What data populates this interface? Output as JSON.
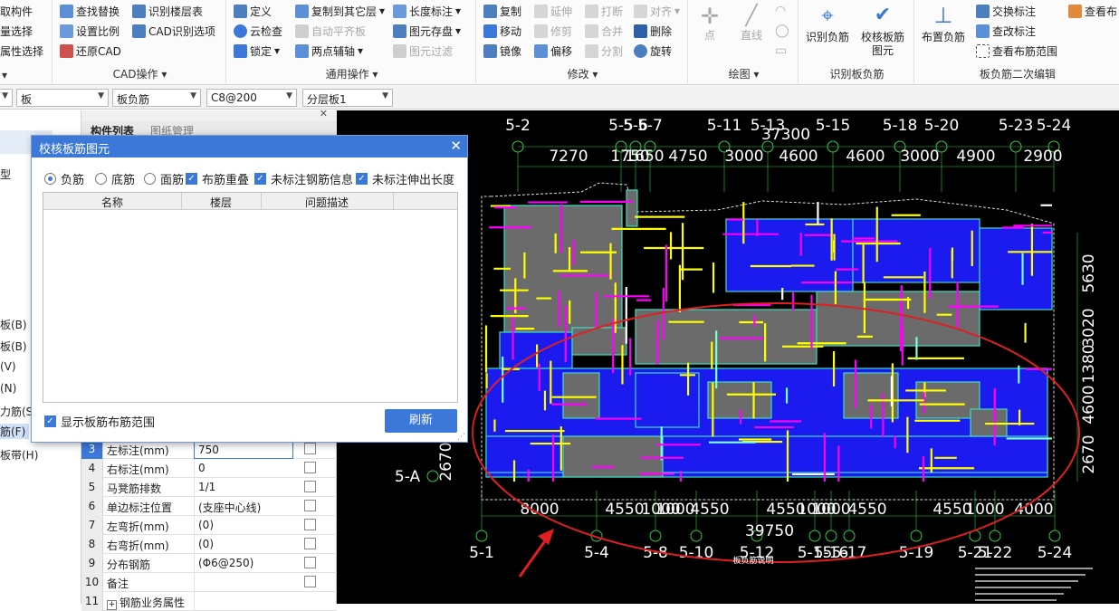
{
  "ribbon": {
    "g1": {
      "items": [
        "取构件",
        "量选择",
        "属性选择"
      ]
    },
    "g2": {
      "title": "CAD操作",
      "items": [
        "查找替换",
        "识别楼层表",
        "设置比例",
        "CAD识别选项",
        "还原CAD"
      ]
    },
    "g3": {
      "title": "通用操作",
      "items": [
        "定义",
        "复制到其它层",
        "长度标注",
        "云检查",
        "自动平齐板",
        "图元存盘",
        "锁定",
        "两点辅轴",
        "图元过滤"
      ]
    },
    "g4": {
      "title": "修改",
      "items": [
        "复制",
        "延伸",
        "打断",
        "对齐",
        "移动",
        "修剪",
        "合并",
        "删除",
        "镜像",
        "偏移",
        "分割",
        "旋转"
      ]
    },
    "g5": {
      "title": "绘图",
      "items": [
        "点",
        "直线"
      ]
    },
    "g6": {
      "title": "识别板负筋",
      "items": [
        "识别负筋",
        "校核板筋图元"
      ]
    },
    "g7": {
      "title": "板负筋二次编辑",
      "items": [
        "布置负筋",
        "交换标注",
        "查看布",
        "查改标注",
        "查看布筋范围"
      ]
    }
  },
  "selectors": [
    "",
    "板",
    "板负筋",
    "C8@200",
    "分层板1"
  ],
  "left_tree": [
    "型",
    "板(B)",
    "板(B)",
    "(V)",
    "(N)",
    "力筋(S",
    "筋(F)",
    "板带(H)"
  ],
  "panel_tabs": [
    "构件列表",
    "图纸管理"
  ],
  "props": [
    {
      "num": "3",
      "name": "左标注(mm)",
      "value": "750"
    },
    {
      "num": "4",
      "name": "右标注(mm)",
      "value": "0"
    },
    {
      "num": "5",
      "name": "马凳筋排数",
      "value": "1/1"
    },
    {
      "num": "6",
      "name": "单边标注位置",
      "value": "(支座中心线)"
    },
    {
      "num": "7",
      "name": "左弯折(mm)",
      "value": "(0)"
    },
    {
      "num": "8",
      "name": "右弯折(mm)",
      "value": "(0)"
    },
    {
      "num": "9",
      "name": "分布钢筋",
      "value": "(Φ6@250)"
    },
    {
      "num": "10",
      "name": "备注",
      "value": ""
    },
    {
      "num": "11",
      "name": "钢筋业务属性",
      "value": ""
    }
  ],
  "dialog": {
    "title": "校核板筋图元",
    "options": [
      "负筋",
      "底筋",
      "面筋",
      "布筋重叠",
      "未标注钢筋信息",
      "未标注伸出长度"
    ],
    "columns": [
      "名称",
      "楼层",
      "问题描述"
    ],
    "show_range": "显示板筋布筋范围",
    "refresh": "刷新"
  },
  "cad": {
    "top_axes": [
      "5-2",
      "5-5",
      "5-6",
      "5-7",
      "5-11",
      "5-13",
      "5-15",
      "5-18",
      "5-20",
      "5-23",
      "5-24"
    ],
    "bottom_axes": [
      "5-1",
      "5-4",
      "5-8",
      "5-10",
      "5-12",
      "5-15",
      "5-16",
      "5-17",
      "5-19",
      "5-21",
      "5-22",
      "5-24"
    ],
    "top_total": "37300",
    "top_dims": [
      "7270",
      "1750",
      "1650",
      "4750",
      "3000",
      "4600",
      "4600",
      "3000",
      "4900",
      "2900"
    ],
    "bottom_total": "39750",
    "bottom_dims": [
      "8000",
      "4550",
      "1000",
      "1000",
      "4550",
      "4550",
      "1000",
      "1000",
      "4550",
      "4550",
      "1000",
      "4000"
    ],
    "right_dims": [
      "5630",
      "3020",
      "1380",
      "4600",
      "2670"
    ],
    "left_dim": "2670",
    "axis_a": "5-A",
    "note": "板负筋说明"
  },
  "colors": {
    "accent": "#3c78d8",
    "cad_bg": "#000000",
    "oval": "#e02020"
  }
}
